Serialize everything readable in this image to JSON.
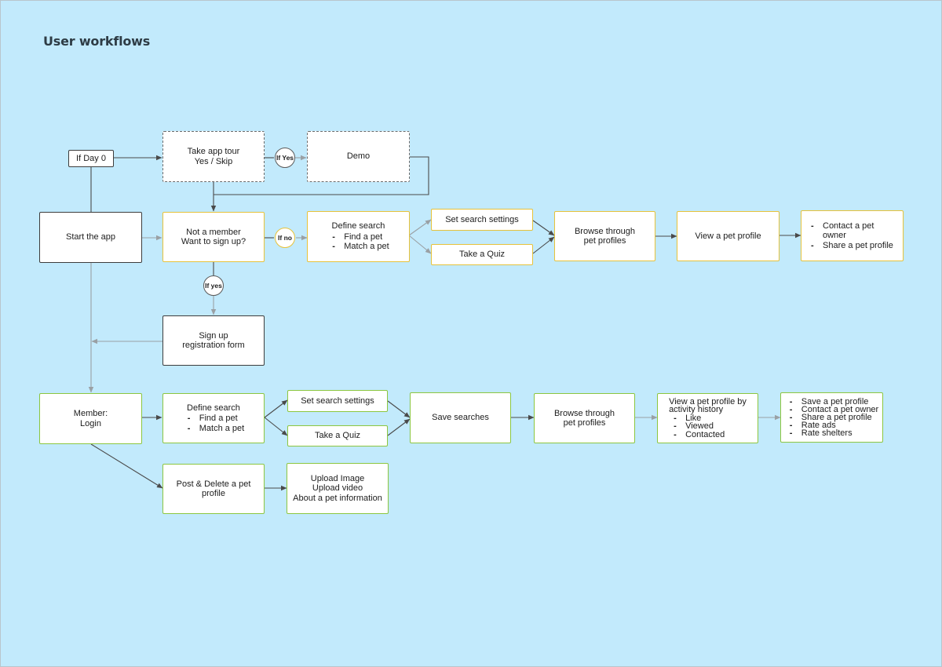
{
  "title": "User workflows",
  "nodes": {
    "day0": "If Day 0",
    "app_tour": "Take app tour\nYes / Skip",
    "demo": "Demo",
    "start": "Start the app",
    "not_member": "Not a member\nWant to sign up?",
    "define_search_1": {
      "heading": "Define search",
      "items": [
        "Find a pet",
        "Match a pet"
      ]
    },
    "set_settings_1": "Set search settings",
    "quiz_1": "Take a Quiz",
    "browse_1": "Browse through\npet profiles",
    "view_1": "View a pet profile",
    "contact_share": {
      "items": [
        "Contact a pet owner",
        "Share a pet profile"
      ]
    },
    "signup": "Sign up\nregistration form",
    "member": "Member:\nLogin",
    "define_search_2": {
      "heading": "Define search",
      "items": [
        "Find a pet",
        "Match a pet"
      ]
    },
    "set_settings_2": "Set search settings",
    "quiz_2": "Take a Quiz",
    "save_searches": "Save searches",
    "browse_2": "Browse through\npet profiles",
    "view_history": {
      "heading": "View a pet profile by\nactivity history",
      "items": [
        "Like",
        "Viewed",
        "Contacted"
      ]
    },
    "actions": {
      "items": [
        "Save a pet profile",
        "Contact a pet owner",
        "Share a pet profile",
        "Rate ads",
        "Rate shelters"
      ]
    },
    "post_delete": "Post & Delete a pet profile",
    "upload": "Upload Image\nUpload video\nAbout a pet information"
  },
  "decisions": {
    "if_yes_tour": "If Yes",
    "if_no": "If no",
    "if_yes_signup": "If yes"
  },
  "colors": {
    "background": "#c2eafc",
    "yellow_border": "#e6c23a",
    "green_border": "#8cc63f",
    "dark_connector": "#4a4a4a",
    "light_connector": "#9aa0a4"
  }
}
